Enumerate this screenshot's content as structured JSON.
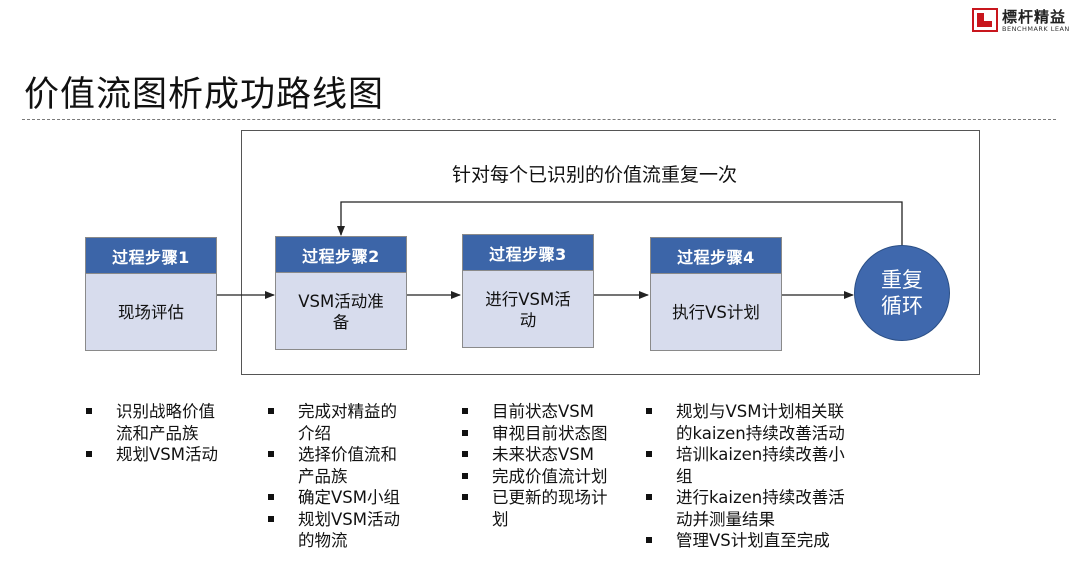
{
  "logo": {
    "cn": "標杆精益",
    "en": "BENCHMARK LEAN",
    "brand_color": "#c8161d"
  },
  "title": "价值流图析成功路线图",
  "loop": {
    "caption": "针对每个已识别的价值流重复一次"
  },
  "colors": {
    "step_header": "#3c65a8",
    "step_body": "#d7dced",
    "circle": "#3f68ad"
  },
  "steps": [
    {
      "header": "过程步骤1",
      "body": "现场评估"
    },
    {
      "header": "过程步骤2",
      "body_lines": [
        "VSM活动准",
        "备"
      ]
    },
    {
      "header": "过程步骤3",
      "body_lines": [
        "进行VSM活",
        "动"
      ]
    },
    {
      "header": "过程步骤4",
      "body": "执行VS计划"
    }
  ],
  "repeat": {
    "lines": [
      "重复",
      "循环"
    ]
  },
  "bullets": [
    [
      "识别战略价值",
      "流和产品族",
      "规划VSM活动"
    ],
    [
      "完成对精益的",
      "介绍",
      "选择价值流和",
      "产品族",
      "确定VSM小组",
      "规划VSM活动",
      "的物流"
    ],
    [
      "目前状态VSM",
      "审视目前状态图",
      "未来状态VSM",
      "完成价值流计划",
      "已更新的现场计",
      "划"
    ],
    [
      "规划与VSM计划相关联",
      "的kaizen持续改善活动",
      "培训kaizen持续改善小",
      "组",
      "进行kaizen持续改善活",
      "动并测量结果",
      "管理VS计划直至完成"
    ]
  ]
}
